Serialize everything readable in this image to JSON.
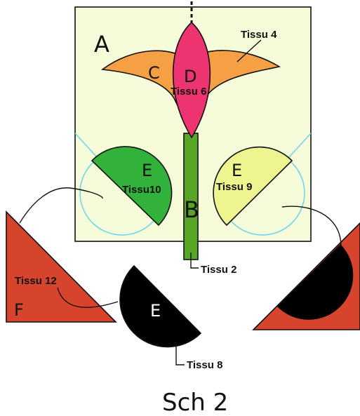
{
  "labels": {
    "A": "A",
    "B": "B",
    "C": "C",
    "D": "D",
    "E_left": "E",
    "E_right": "E",
    "E_bottom": "E",
    "F": "F"
  },
  "tissus": {
    "t4": "Tissu 4",
    "t6": "Tissu 6",
    "t10": "Tissu10",
    "t9": "Tissu 9",
    "t2": "Tissu 2",
    "t12": "Tissu 12",
    "t8": "Tissu 8"
  },
  "caption": "Sch 2",
  "colors": {
    "background_panel": "#f6fbd9",
    "outline": "#111111",
    "guide_line": "#67d5ee",
    "petal_orange": "#f6a045",
    "bud_pink": "#ee3470",
    "stem_green": "#58a625",
    "leaf_green": "#33b23b",
    "leaf_yellow": "#eef48e",
    "triangle_red": "#d7442e",
    "half_disc_black": "#000000"
  }
}
